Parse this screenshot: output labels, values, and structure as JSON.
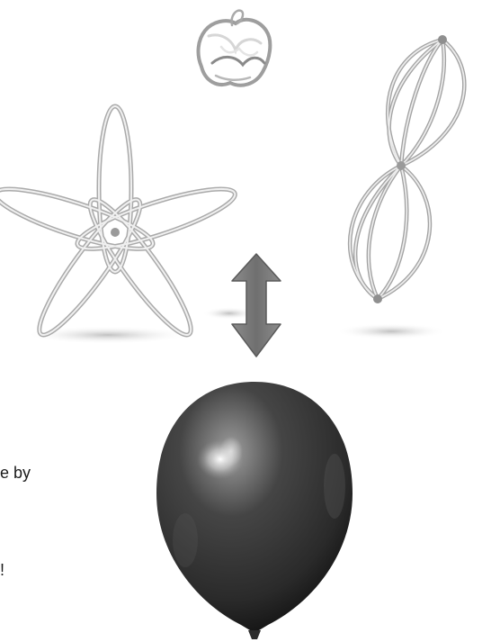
{
  "text_fragments": [
    {
      "id": "fragment-1",
      "text": "e by"
    },
    {
      "id": "fragment-2",
      "text": "!"
    }
  ],
  "colors": {
    "background": "#ffffff",
    "ribbon": "#bdbdbd",
    "ribbon_highlight": "#efefef",
    "balloon_body": "#3b3b3b",
    "balloon_dark": "#161616",
    "balloon_highlight": "#f5f5f5",
    "arrow_fill": "#7a7a7a",
    "arrow_stroke": "#5a5a5a",
    "shadow": "#c9c9c9"
  },
  "icons": {
    "arrow": "double-headed-vertical-arrow-icon",
    "balloon": "balloon-icon"
  }
}
